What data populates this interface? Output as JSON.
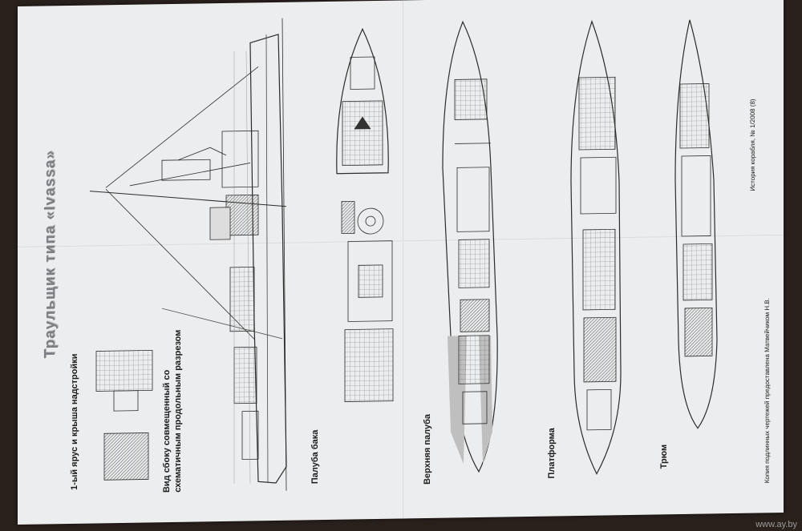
{
  "sheet": {
    "title": "Траульщик типа «Ivassa»",
    "side_caption_line1": "Вид сбоку совмещенный со",
    "side_caption_line2": "схематичным продольным разрезом",
    "tier_caption": "1-ый ярус и крыша надстройки",
    "forecastle_caption": "Палуба бака",
    "upper_deck_caption": "Верхняя палуба",
    "platform_caption": "Платформа",
    "hold_caption": "Трюм",
    "footnote": "Копия подлинных чертежей предоставлена Матвейчиком Н.В.",
    "series_label": "История корабля, № 1/2008 (8)"
  },
  "watermark": "www.ay.by"
}
